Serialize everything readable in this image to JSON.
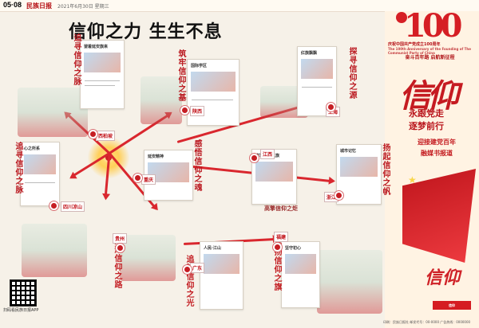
{
  "header": {
    "page_number": "05·08",
    "masthead": "民族日报",
    "date": "2021年6月30日 星期三",
    "headline": "信仰之力 生生不息"
  },
  "banner": {
    "anniversary_number": "100",
    "line1": "庆祝中国共产党成立100周年",
    "line2": "The 100th Anniversary of the Founding of The Communist Party of China",
    "season": "奋斗百年路 启航新征程",
    "brand_word": "信仰",
    "slogan1": "永跟党走",
    "slogan2": "逐梦前行",
    "welcome1": "迎接建党百年",
    "welcome2": "融媒书报道"
  },
  "sections": [
    {
      "title": "追寻信仰之脉",
      "place": "西柏坡"
    },
    {
      "title": "筑牢信仰之基",
      "place": "陕西"
    },
    {
      "title": "探寻信仰之源",
      "place": "上海"
    },
    {
      "title": "追寻信仰之脉",
      "place": "四川凉山"
    },
    {
      "title": "感悟信仰之魂",
      "place": "重庆"
    },
    {
      "title": "扬起信仰之帆",
      "place": "浙江"
    },
    {
      "title": "高擎信仰之炬",
      "place": "江西"
    },
    {
      "title": "光耀信仰之路",
      "place": "贵州"
    },
    {
      "title": "追随信仰之光",
      "place": "广东"
    },
    {
      "title": "高扬信仰之旗",
      "place": "福建"
    }
  ],
  "mini_titles": [
    "望着延安旗来",
    "国际学区",
    "红旗飘飘",
    "心之所系",
    "延安精神",
    "高擎信仰之旗",
    "城市记忆",
    "人民·江山",
    "坚守初心"
  ],
  "qr": {
    "caption": "扫码看民族日报APP"
  },
  "footer": "印刷：民族日报社  邮发代号：00-0000  广告热线：0000000"
}
